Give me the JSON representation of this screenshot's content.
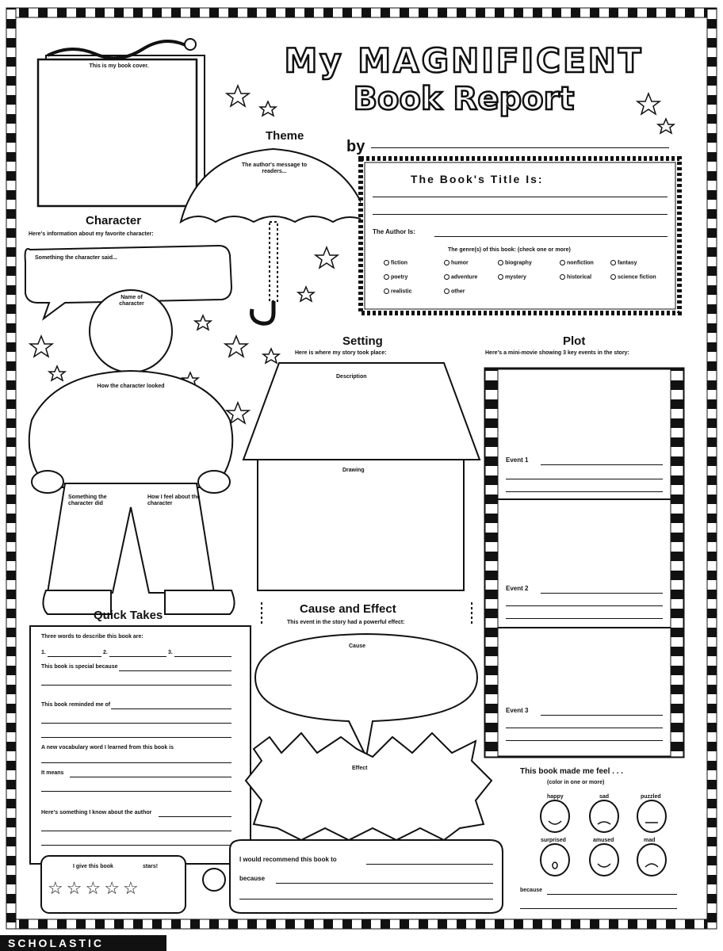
{
  "title": {
    "line1": "My MAGNIFICENT",
    "line2": "Book Report"
  },
  "by_label": "by",
  "book_cover": {
    "label": "This is my book cover."
  },
  "theme": {
    "heading": "Theme",
    "prompt": "The author's message to readers..."
  },
  "title_box": {
    "heading": "The Book's Title Is:",
    "author_label": "The Author Is:",
    "genre_label": "The genre(s) of this book: (check one or more)",
    "genres": [
      "fiction",
      "humor",
      "biography",
      "nonfiction",
      "fantasy",
      "poetry",
      "adventure",
      "mystery",
      "historical",
      "science fiction",
      "realistic",
      "other"
    ]
  },
  "character": {
    "heading": "Character",
    "subheading": "Here's information about my favorite character:",
    "bubble": "Something the character said...",
    "head_label": "Name of character",
    "body_label": "How the character looked",
    "left_hand": "Something the character did",
    "right_hand": "How I feel about the character"
  },
  "setting": {
    "heading": "Setting",
    "subheading": "Here is where my story took place:",
    "roof_label": "Description",
    "house_label": "Drawing"
  },
  "plot": {
    "heading": "Plot",
    "subheading": "Here's a mini-movie showing 3 key events in the story:",
    "events": [
      "Event 1",
      "Event 2",
      "Event 3"
    ]
  },
  "quick_takes": {
    "heading": "Quick Takes",
    "prompts": [
      "Three words to describe this book are:",
      "This book is special because",
      "This book reminded me of",
      "A new vocabulary word I learned from this book is",
      "It means",
      "Here's something I know about the author"
    ],
    "numbers": [
      "1.",
      "2.",
      "3."
    ]
  },
  "cause_effect": {
    "heading": "Cause and Effect",
    "subheading": "This event in the story had a powerful effect:",
    "cause_label": "Cause",
    "effect_label": "Effect"
  },
  "rating": {
    "label": "I give this book",
    "suffix": "stars!"
  },
  "recommend": {
    "label": "I would recommend this book to",
    "because": "because"
  },
  "feelings": {
    "heading": "This book made me feel . . .",
    "subheading": "(color in one or more)",
    "faces": [
      "happy",
      "sad",
      "puzzled",
      "surprised",
      "amused",
      "mad"
    ],
    "because": "because"
  },
  "publisher": "SCHOLASTIC"
}
